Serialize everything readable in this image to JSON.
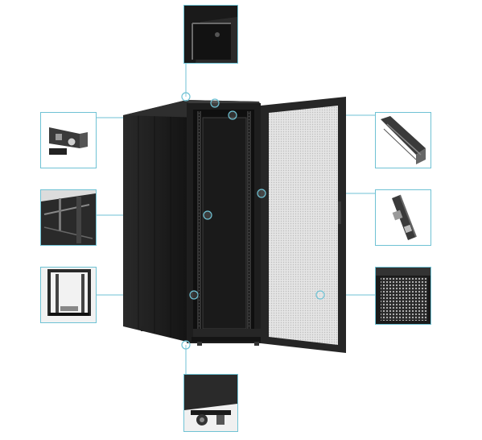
{
  "image": {
    "subject": "server-rack-cabinet",
    "background_color": "#ffffff",
    "accent_color": "#6fc2d4",
    "cabinet_color": "#1c1c1c",
    "door_mesh_color": "#d9d9d9"
  },
  "callouts": [
    {
      "id": "top-corner-frame",
      "icon": "frame-corner-detail"
    },
    {
      "id": "frame-profile",
      "icon": "aluminum-profile"
    },
    {
      "id": "mounting-rail",
      "icon": "mounting-rail-detail"
    },
    {
      "id": "side-rail",
      "icon": "rail-profile"
    },
    {
      "id": "vertical-rail-profile",
      "icon": "vertical-profile"
    },
    {
      "id": "frame-interior",
      "icon": "open-frame-detail"
    },
    {
      "id": "perforated-door",
      "icon": "perforated-mesh-detail"
    },
    {
      "id": "base-caster",
      "icon": "caster-wheel-detail"
    }
  ]
}
